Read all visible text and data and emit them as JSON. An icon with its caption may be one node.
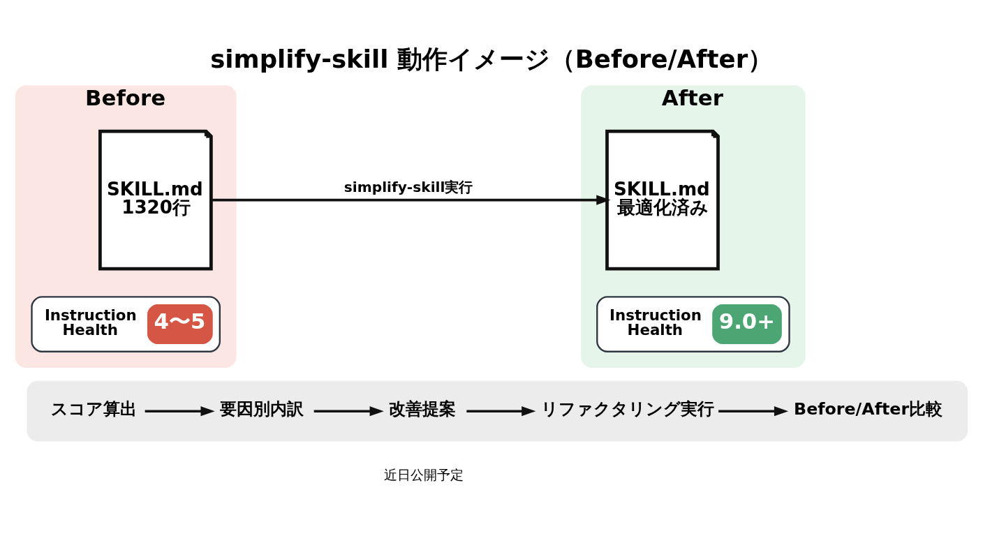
{
  "diagram": {
    "title": "simplify-skill 動作イメージ（Before/After）",
    "nodes": [
      {
        "text": [
          "Before"
        ]
      },
      {
        "text": [
          "SKILL.md 1320行"
        ],
        "in": 0
      },
      {
        "text": [
          "Instruction Health",
          "4〜5"
        ],
        "in": 0
      },
      {
        "text": [
          "After"
        ]
      },
      {
        "text": [
          "SKILL.md 最適化済み"
        ],
        "in": 3
      },
      {
        "text": [
          "Instruction Health",
          "9.0+"
        ],
        "in": 3
      },
      {
        "text": [],
        "shape": "box"
      },
      {
        "text": [
          "スコア算出"
        ],
        "in": 6
      },
      {
        "text": [
          "要因別内訳"
        ],
        "in": 6
      },
      {
        "text": [
          "改善提案"
        ],
        "in": 6
      },
      {
        "text": [
          "リファクタリング実行"
        ],
        "in": 6
      },
      {
        "text": [
          "Before/After比較"
        ],
        "in": 6
      }
    ],
    "edges": [
      {
        "from": 1,
        "to": 4,
        "arrow": "to",
        "label": "simplify-skill実行"
      },
      {
        "from": 7,
        "to": 8,
        "arrow": "to"
      },
      {
        "from": 8,
        "to": 9,
        "arrow": "to"
      },
      {
        "from": 9,
        "to": 10,
        "arrow": "to"
      },
      {
        "from": 10,
        "to": 11,
        "arrow": "to"
      }
    ],
    "labels": [
      "近日公開予定"
    ]
  }
}
